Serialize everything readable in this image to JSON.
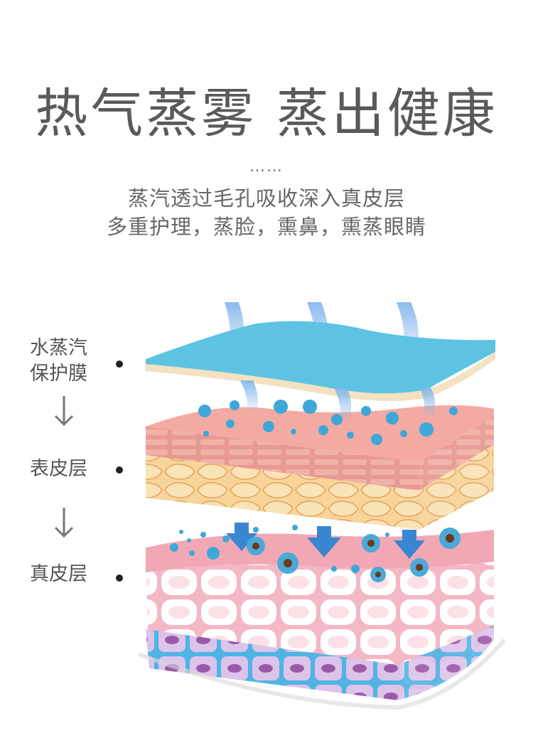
{
  "headline": "热气蒸雾  蒸出健康",
  "divider": "……",
  "description": {
    "line1": "蒸汽透过毛孔吸收深入真皮层",
    "line2": "多重护理，蒸脸，熏鼻，熏蒸眼睛"
  },
  "layers": {
    "steam_film": {
      "line1": "水蒸汽",
      "line2": "保护膜"
    },
    "epidermis": "表皮层",
    "dermis": "真皮层"
  },
  "colors": {
    "film_blue": "#5cc0e0",
    "epidermis_pink": "#e89a96",
    "fat_yellow": "#f6cf8f",
    "dermis_pink": "#f6c7cf",
    "droplet_blue": "#3fa6d8",
    "arrow_blue": "#3a86d0"
  }
}
